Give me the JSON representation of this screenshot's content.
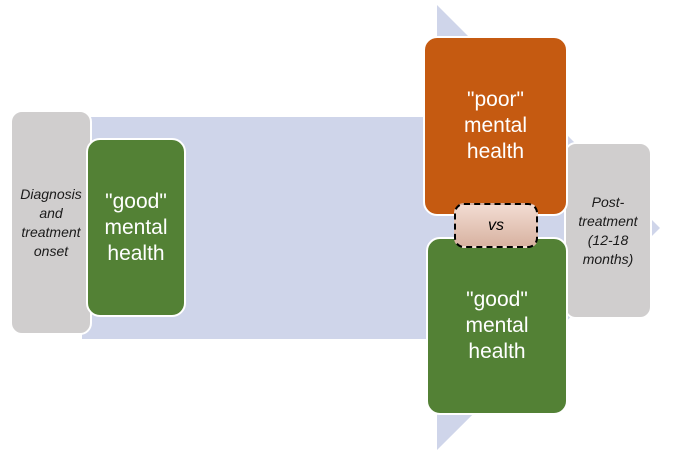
{
  "diagram": {
    "onset_label": "Diagnosis and treatment onset",
    "post_label": "Post-treatment (12-18 months)",
    "start_state": "\"good\" mental health",
    "end_state_poor": "\"poor\" mental health",
    "end_state_good": "\"good\" mental health",
    "comparison": "vs"
  },
  "colors": {
    "arrow": "#cfd5ea",
    "timepoint_box": "#d0cece",
    "good": "#538135",
    "poor": "#c55a11"
  }
}
